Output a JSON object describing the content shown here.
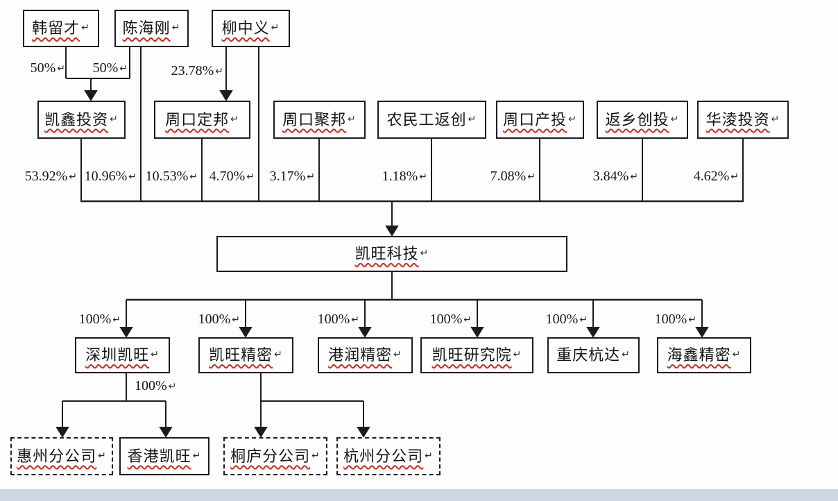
{
  "marks": {
    "paragraph_return": "↵"
  },
  "colors": {
    "line": "#1c1c1c",
    "box_border": "#1c1c1c",
    "spellcheck_underline": "#d02a1e",
    "background": "#fdfdfe",
    "bottom_bar": "#cdd7e3"
  },
  "persons": [
    {
      "name": "韩留才"
    },
    {
      "name": "陈海刚"
    },
    {
      "name": "柳中义"
    }
  ],
  "person_investments": [
    {
      "from": "韩留才",
      "to": "凯鑫投资",
      "stake": "50%"
    },
    {
      "from": "陈海刚",
      "to": "凯鑫投资",
      "stake": "50%"
    },
    {
      "from": "柳中义",
      "to": "周口定邦",
      "stake": "23.78%"
    }
  ],
  "institutions": [
    {
      "name": "凯鑫投资"
    },
    {
      "name": "周口定邦"
    },
    {
      "name": "周口聚邦"
    },
    {
      "name": "农民工返创"
    },
    {
      "name": "周口产投"
    },
    {
      "name": "返乡创投"
    },
    {
      "name": "华淩投资"
    }
  ],
  "parent_stakes": [
    {
      "holder": "凯鑫投资",
      "stake": "53.92%"
    },
    {
      "holder": "陈海刚",
      "stake": "10.96%"
    },
    {
      "holder": "周口定邦",
      "stake": "10.53%"
    },
    {
      "holder": "柳中义",
      "stake": "4.70%"
    },
    {
      "holder": "周口聚邦",
      "stake": "3.17%"
    },
    {
      "holder": "农民工返创",
      "stake": "1.18%"
    },
    {
      "holder": "周口产投",
      "stake": "7.08%"
    },
    {
      "holder": "返乡创投",
      "stake": "3.84%"
    },
    {
      "holder": "华淩投资",
      "stake": "4.62%"
    }
  ],
  "company": {
    "name": "凯旺科技"
  },
  "subsidiaries": [
    {
      "name": "深圳凯旺",
      "stake": "100%"
    },
    {
      "name": "凯旺精密",
      "stake": "100%"
    },
    {
      "name": "港润精密",
      "stake": "100%"
    },
    {
      "name": "凯旺研究院",
      "stake": "100%"
    },
    {
      "name": "重庆杭达",
      "stake": "100%"
    },
    {
      "name": "海鑫精密",
      "stake": "100%"
    }
  ],
  "branches": {
    "shenzhen_stake": "100%",
    "items": [
      {
        "name": "惠州分公司",
        "parent": "深圳凯旺"
      },
      {
        "name": "香港凯旺",
        "parent": "深圳凯旺"
      },
      {
        "name": "桐庐分公司",
        "parent": "凯旺精密"
      },
      {
        "name": "杭州分公司",
        "parent": "凯旺精密"
      }
    ]
  }
}
